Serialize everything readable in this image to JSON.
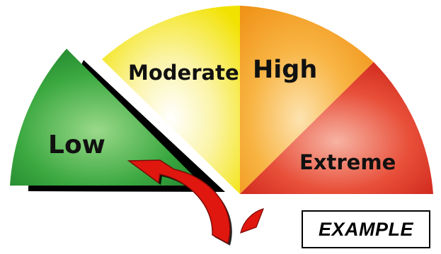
{
  "gauge": {
    "segments": [
      {
        "label": "Low",
        "color": "#2e9e3c"
      },
      {
        "label": "Moderate",
        "color": "#f5e600"
      },
      {
        "label": "High",
        "color": "#f5a21c"
      },
      {
        "label": "Extreme",
        "color": "#e3291d"
      }
    ],
    "indicator": {
      "icon": "curved-arrow-icon",
      "color": "#e0170f",
      "points_to": "Low"
    }
  },
  "badge": {
    "text": "EXAMPLE"
  }
}
